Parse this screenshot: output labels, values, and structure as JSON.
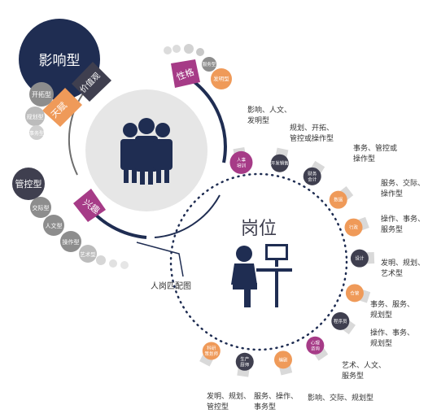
{
  "colors": {
    "navy": "#1f2d52",
    "dark": "#3f3f4f",
    "magenta": "#a63b87",
    "orange": "#ef9a59",
    "gray": "#8d8d8d",
    "lightgray": "#bcbcbc",
    "circle": "#e6e6e6"
  },
  "left": {
    "big": "影响型",
    "tianfu": "天赋",
    "jiazhiguan": "价值观",
    "kaituo": "开拓型",
    "guihua": "规划型",
    "shiwu": "事务型",
    "xingge": "性格",
    "fuwu": "服务型",
    "faming": "发明型",
    "guankong": "管控型",
    "xingqu": "兴趣",
    "jiaoji": "交际型",
    "renwen": "人文型",
    "caozuo": "操作型",
    "yishu": "艺术型",
    "match": "人岗匹配图"
  },
  "right": {
    "title": "岗位",
    "nodes": [
      {
        "badge": "人事\n培训",
        "desc": "影响、人文、\n发明型"
      },
      {
        "badge": "开发销售",
        "desc": "规划、开拓、\n管控或操作型"
      },
      {
        "badge": "财务\n会计",
        "desc": "事务、管控或\n操作型"
      },
      {
        "badge": "数据",
        "desc": "服务、交际、\n操作型"
      },
      {
        "badge": "行政",
        "desc": "操作、事务、\n服务型"
      },
      {
        "badge": "设计",
        "desc": "发明、规划、\n艺术型"
      },
      {
        "badge": "仓管",
        "desc": "事务、服务、\n规划型"
      },
      {
        "badge": "程序员",
        "desc": "操作、事务、\n规划型"
      },
      {
        "badge": "心理\n咨询",
        "desc": "艺术、人文、\n服务型"
      },
      {
        "badge": "编剧",
        "desc": "影响、交际、规划型"
      },
      {
        "badge": "生产\n厨师",
        "desc": "服务、操作、\n事务型"
      },
      {
        "badge": "科研\n策划师",
        "desc": "发明、规划、\n管控型"
      }
    ]
  }
}
